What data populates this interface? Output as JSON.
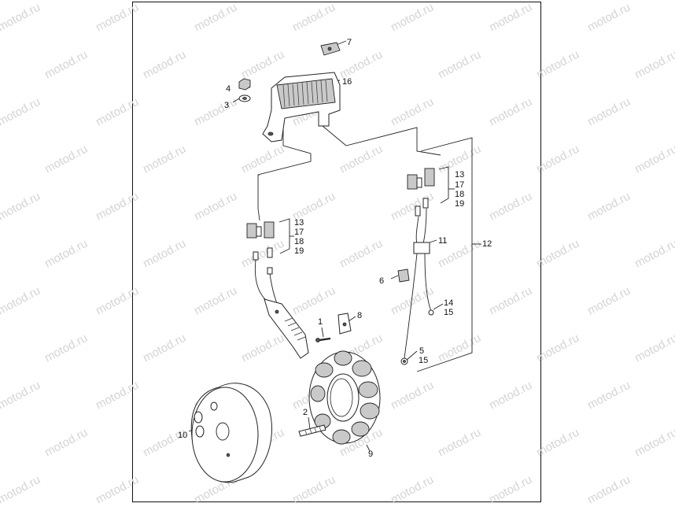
{
  "watermark": "motod.ru",
  "callouts": {
    "c1": "1",
    "c2": "2",
    "c3": "3",
    "c4": "4",
    "c5": "5",
    "c6": "6",
    "c7": "7",
    "c8": "8",
    "c9": "9",
    "c10": "10",
    "c11": "11",
    "c12": "12",
    "c14": "14",
    "c16": "16",
    "c15a": "15",
    "c15b": "15",
    "l13": "13",
    "l17": "17",
    "l18": "18",
    "l19": "19",
    "r13": "13",
    "r17": "17",
    "r18": "18",
    "r19": "19"
  }
}
